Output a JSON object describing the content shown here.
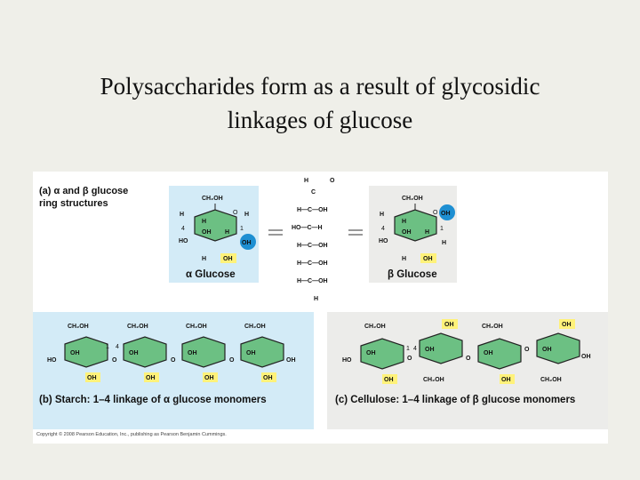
{
  "title": {
    "line1": "Polysaccharides form as a result of glycosidic",
    "line2": "linkages of glucose"
  },
  "figure": {
    "panel_a": {
      "label_line1": "(a) α and β glucose",
      "label_line2": "ring structures",
      "alpha_caption": "α Glucose",
      "beta_caption": "β Glucose"
    },
    "panel_b": {
      "caption": "(b) Starch: 1–4 linkage of α glucose monomers"
    },
    "panel_c": {
      "caption": "(c) Cellulose: 1–4 linkage of β glucose monomers"
    },
    "atoms": {
      "ch2oh": "CH₂OH",
      "oh": "OH",
      "h": "H",
      "ho": "HO",
      "o": "O",
      "c": "C",
      "n1": "1",
      "n4": "4"
    },
    "chain_rows": [
      "H—C—OH",
      "HO—C—H",
      "H—C—OH",
      "H—C—OH",
      "H—C—OH"
    ],
    "copyright": "Copyright © 2008 Pearson Education, Inc., publishing as Pearson Benjamin Cummings.",
    "colors": {
      "ring_fill": "#6cc083",
      "panel_blue": "#d3ebf7",
      "panel_gray": "#ececea",
      "highlight_yellow": "#fff27a",
      "highlight_blue": "#1e8fd2"
    }
  }
}
